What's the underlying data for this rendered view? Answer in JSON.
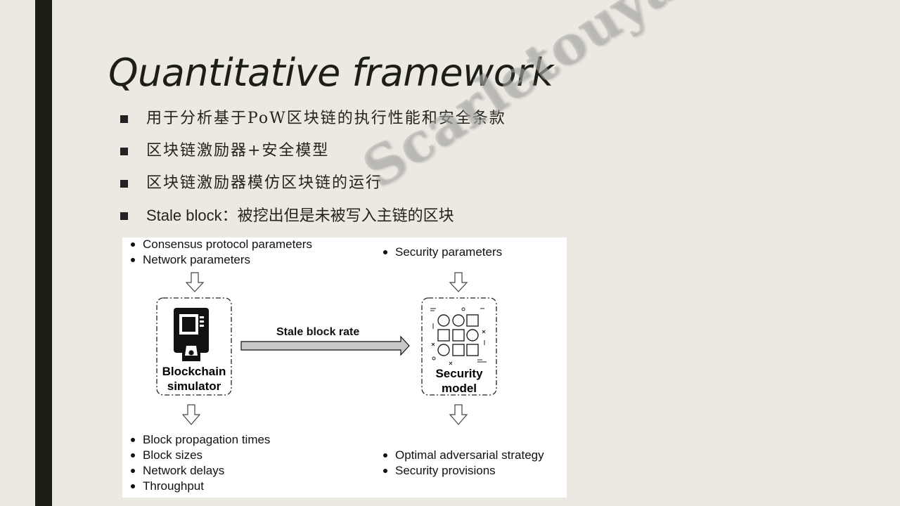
{
  "title": "Quantitative framework",
  "bullets": [
    "用于分析基于PoW区块链的执行性能和安全条款",
    "区块链激励器+安全模型",
    "区块链激励器模仿区块链的运行",
    "Stale block：被挖出但是未被写入主链的区块"
  ],
  "watermark": "Scarletouyang",
  "diagram": {
    "simulator_inputs": [
      "Consensus protocol parameters",
      "Network parameters"
    ],
    "security_inputs": [
      "Security parameters"
    ],
    "simulator_label": "Blockchain\nsimulator",
    "security_label": "Security\nmodel",
    "arrow_label": "Stale block rate",
    "simulator_outputs": [
      "Block propagation times",
      "Block sizes",
      "Network delays",
      "Throughput"
    ],
    "security_outputs": [
      "Optimal adversarial strategy",
      "Security provisions"
    ]
  },
  "colors": {
    "background": "#ece9e2",
    "left_bar": "#1c1d14",
    "arrow_fill": "#c8c8c8"
  },
  "icons": {
    "simulator": "computer-device-icon",
    "security": "security-pattern-icon"
  }
}
